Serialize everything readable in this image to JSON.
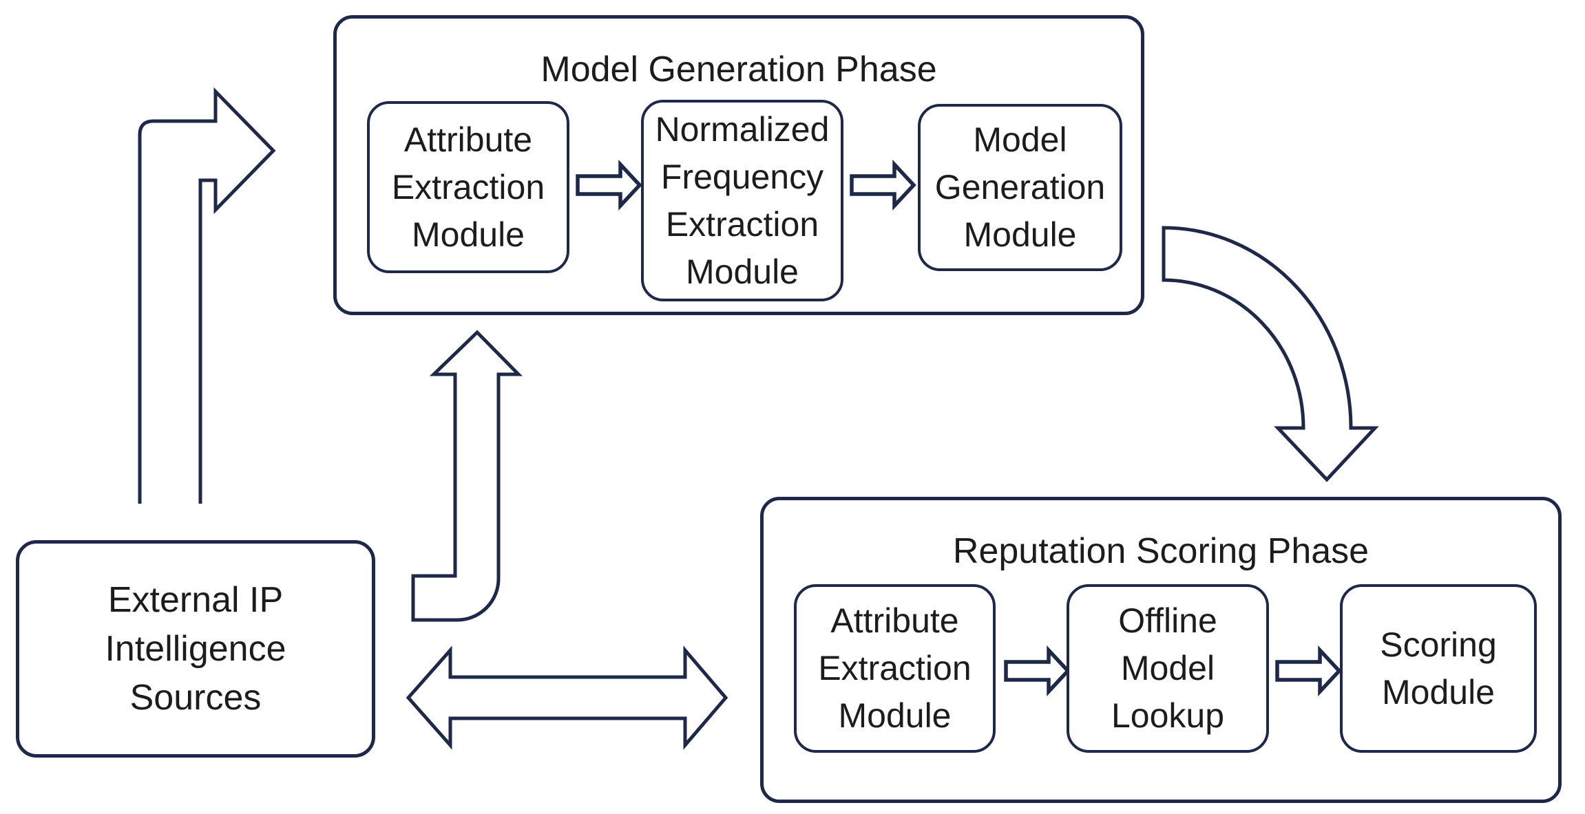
{
  "figure": {
    "background": "#ffffff",
    "outline_color": "#1e2849",
    "text_color": "#1c1c1c",
    "model_generation_phase": {
      "title": "Model Generation Phase",
      "modules": [
        {
          "label": "Attribute Extraction Module",
          "lines": [
            "Attribute",
            "Extraction",
            "Module"
          ]
        },
        {
          "label": "Normalized Frequency Extraction Module",
          "lines": [
            "Normalized",
            "Frequency",
            "Extraction",
            "Module"
          ]
        },
        {
          "label": "Model Generation Module",
          "lines": [
            "Model",
            "Generation",
            "Module"
          ]
        }
      ]
    },
    "reputation_scoring_phase": {
      "title": "Reputation Scoring Phase",
      "modules": [
        {
          "label": "Attribute Extraction Module",
          "lines": [
            "Attribute",
            "Extraction",
            "Module"
          ]
        },
        {
          "label": "Offline Model Lookup",
          "lines": [
            "Offline",
            "Model",
            "Lookup"
          ]
        },
        {
          "label": "Scoring Module",
          "lines": [
            "Scoring",
            "Module"
          ]
        }
      ]
    },
    "external_source": {
      "label": "External IP Intelligence Sources",
      "lines": [
        "External IP",
        "Intelligence",
        "Sources"
      ]
    },
    "connections": [
      {
        "from": "External IP Intelligence Sources",
        "to": "Model Generation Phase",
        "arrow": "bent outline arrow, up then right"
      },
      {
        "from": "External IP Intelligence Sources",
        "to": "Model Generation Phase",
        "arrow": "bent outline arrow curving up into phase bottom"
      },
      {
        "from": "Model Generation Phase",
        "to": "Reputation Scoring Phase",
        "arrow": "quarter-circle curved outline arrow pointing down"
      },
      {
        "from": "External IP Intelligence Sources",
        "to": "Reputation Scoring Phase",
        "arrow": "double-headed horizontal outline arrow"
      },
      {
        "from": "Attribute Extraction Module",
        "to": "Normalized Frequency Extraction Module",
        "arrow": "small right outline arrow"
      },
      {
        "from": "Normalized Frequency Extraction Module",
        "to": "Model Generation Module",
        "arrow": "small right outline arrow"
      },
      {
        "from": "Attribute Extraction Module",
        "to": "Offline Model Lookup",
        "arrow": "small right outline arrow"
      },
      {
        "from": "Offline Model Lookup",
        "to": "Scoring Module",
        "arrow": "small right outline arrow"
      }
    ]
  }
}
